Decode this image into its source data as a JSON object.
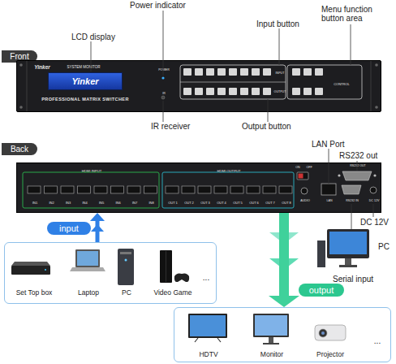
{
  "diagram": {
    "nodes": [
      {
        "text": [
          "Front"
        ]
      },
      {
        "text": [
          "Yinker",
          "SYSTEM MONITOR",
          "PROFESSIONAL MATRIX SWITCHER",
          "POWER",
          "IR",
          "INPUT",
          "OUTPUT",
          "CONTROL"
        ]
      },
      {
        "text": [
          "Yinker"
        ],
        "in": 1
      },
      {
        "text": [
          "Back"
        ]
      },
      {
        "text": [
          "HDMI INPUT",
          "IN1",
          "IN2",
          "IN3",
          "IN4",
          "IN5",
          "IN6",
          "IN7",
          "IN8",
          "HDMI OUTPUT",
          "OUT 1",
          "OUT 2",
          "OUT 3",
          "OUT 4",
          "OUT 5",
          "OUT 6",
          "OUT 7",
          "OUT 8",
          "ON",
          "OFF",
          "AUDIO",
          "LAN",
          "RS232 OUT",
          "RS232 IN",
          "DC 12V"
        ]
      },
      {
        "text": [
          "input"
        ]
      },
      {
        "text": [
          "Set Top box",
          "Laptop",
          "PC",
          "Video Game",
          "..."
        ]
      },
      {
        "text": [
          "output"
        ]
      },
      {
        "text": [
          "HDTV",
          "Monitor",
          "Projector",
          "..."
        ]
      }
    ],
    "edges": [
      {
        "from": 6,
        "to": 4,
        "arrow": "to"
      },
      {
        "from": 4,
        "to": 8,
        "arrow": "to"
      }
    ],
    "labels": [
      "Power indicator",
      "Menu function button area",
      "Input button",
      "LCD display",
      "IR receiver",
      "Output button",
      "LAN Port",
      "RS232 out",
      "DC 12V",
      "PC",
      "Serial input"
    ]
  }
}
